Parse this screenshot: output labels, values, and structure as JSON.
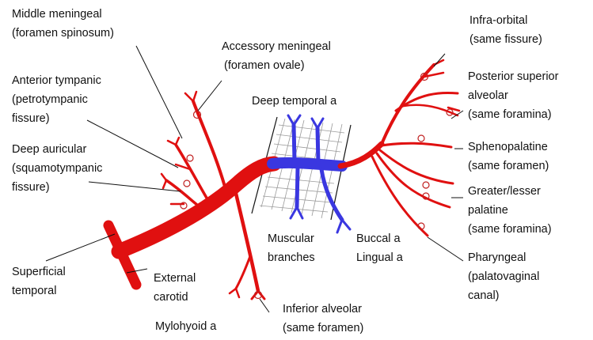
{
  "labels": {
    "middle_meningeal": [
      "Middle meningeal",
      "(foramen spinosum)"
    ],
    "accessory_meningeal": [
      "Accessory meningeal",
      "(foramen ovale)"
    ],
    "anterior_tympanic": [
      "Anterior tympanic",
      "(petrotympanic",
      "fissure)"
    ],
    "deep_auricular": [
      "Deep auricular",
      "(squamotympanic",
      "fissure)"
    ],
    "superficial_temporal": [
      "Superficial",
      "temporal"
    ],
    "external_carotid": [
      "External",
      "carotid"
    ],
    "mylohyoid": [
      "Mylohyoid a"
    ],
    "inferior_alveolar": [
      "Inferior alveolar",
      "(same foramen)"
    ],
    "deep_temporal": [
      "Deep temporal a"
    ],
    "muscular_branches": [
      "Muscular",
      "branches"
    ],
    "buccal": [
      "Buccal a"
    ],
    "lingual": [
      "Lingual a"
    ],
    "infra_orbital": [
      "Infra-orbital",
      "(same fissure)"
    ],
    "posterior_superior_alveolar": [
      "Posterior superior",
      "alveolar",
      "(same foramina)"
    ],
    "sphenopalatine": [
      "Sphenopalatine",
      "(same  foramen)"
    ],
    "greater_lesser_palatine": [
      "Greater/lesser",
      "palatine",
      "(same foramina)"
    ],
    "pharyngeal": [
      "Pharyngeal",
      "(palatovaginal",
      "canal)"
    ]
  },
  "colors": {
    "artery": "#e01010",
    "muscle_segment": "#3a37e0",
    "label_text": "#111111"
  }
}
